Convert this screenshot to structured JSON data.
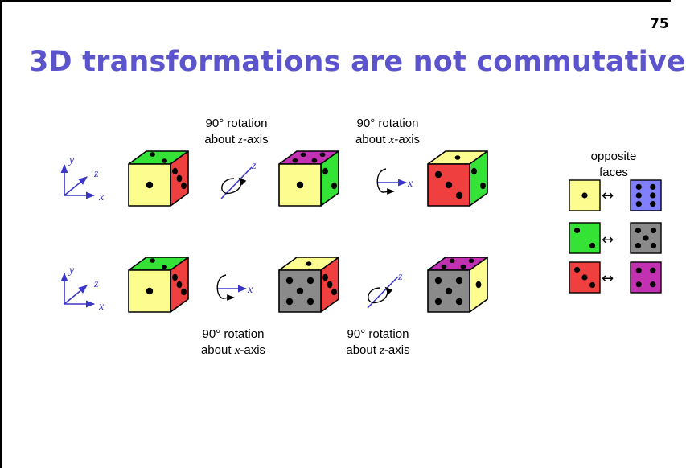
{
  "slide": {
    "page_number": "75",
    "title": "3D transformations are not commutative"
  },
  "colors": {
    "title": "#5b54cc",
    "axis": "#3a36c8",
    "yellow": "#fdfd8f",
    "green": "#35e236",
    "red": "#ef3f3f",
    "purple": "#c131b1",
    "gray": "#8a8a8a",
    "blue": "#8080ff"
  },
  "top_row": {
    "step1": {
      "line1": "90° rotation",
      "prefix": "about ",
      "axis": "z",
      "suffix": "-axis"
    },
    "step2": {
      "line1": "90° rotation",
      "prefix": "about ",
      "axis": "x",
      "suffix": "-axis"
    }
  },
  "bottom_row": {
    "step1": {
      "line1": "90° rotation",
      "prefix": "about ",
      "axis": "x",
      "suffix": "-axis"
    },
    "step2": {
      "line1": "90° rotation",
      "prefix": "about ",
      "axis": "z",
      "suffix": "-axis"
    }
  },
  "axes_labels": {
    "x": "x",
    "y": "y",
    "z": "z"
  },
  "legend": {
    "caption": "opposite faces",
    "arrow": "↔",
    "pairs": [
      {
        "left": "1 pip yellow",
        "right": "6 pips blue"
      },
      {
        "left": "2 pips green",
        "right": "5 pips gray"
      },
      {
        "left": "3 pips red",
        "right": "4 pips purple"
      }
    ]
  }
}
